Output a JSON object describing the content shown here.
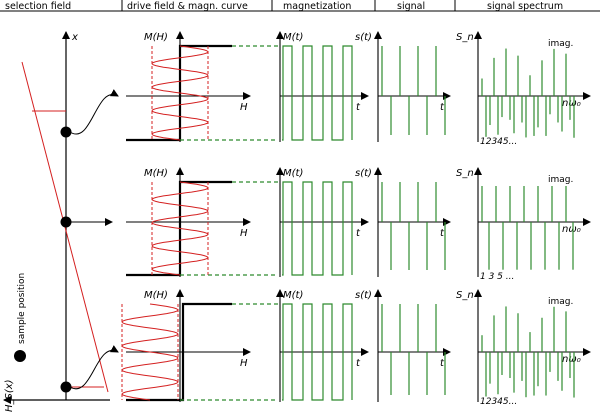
{
  "headers": {
    "selection_field": "selection field",
    "drive_field": "drive field & magn. curve",
    "magnetization": "magnetization",
    "signal": "signal",
    "signal_spectrum": "signal spectrum"
  },
  "labels": {
    "x_axis": "x",
    "hs_axis": "H_S(x)",
    "sample_position": "sample position",
    "mh": "M(H)",
    "h": "H",
    "mt": "M(t)",
    "t": "t",
    "st": "s(t)",
    "sn": "S_n",
    "nomega": "nω₀",
    "imag": "imag."
  },
  "rows": [
    {
      "harmonics_label": "12345..."
    },
    {
      "harmonics_label": "1 3 5 ..."
    },
    {
      "harmonics_label": "12345..."
    }
  ],
  "colors": {
    "green": "#2e8b2e",
    "red": "#d42020",
    "black": "#000000"
  }
}
